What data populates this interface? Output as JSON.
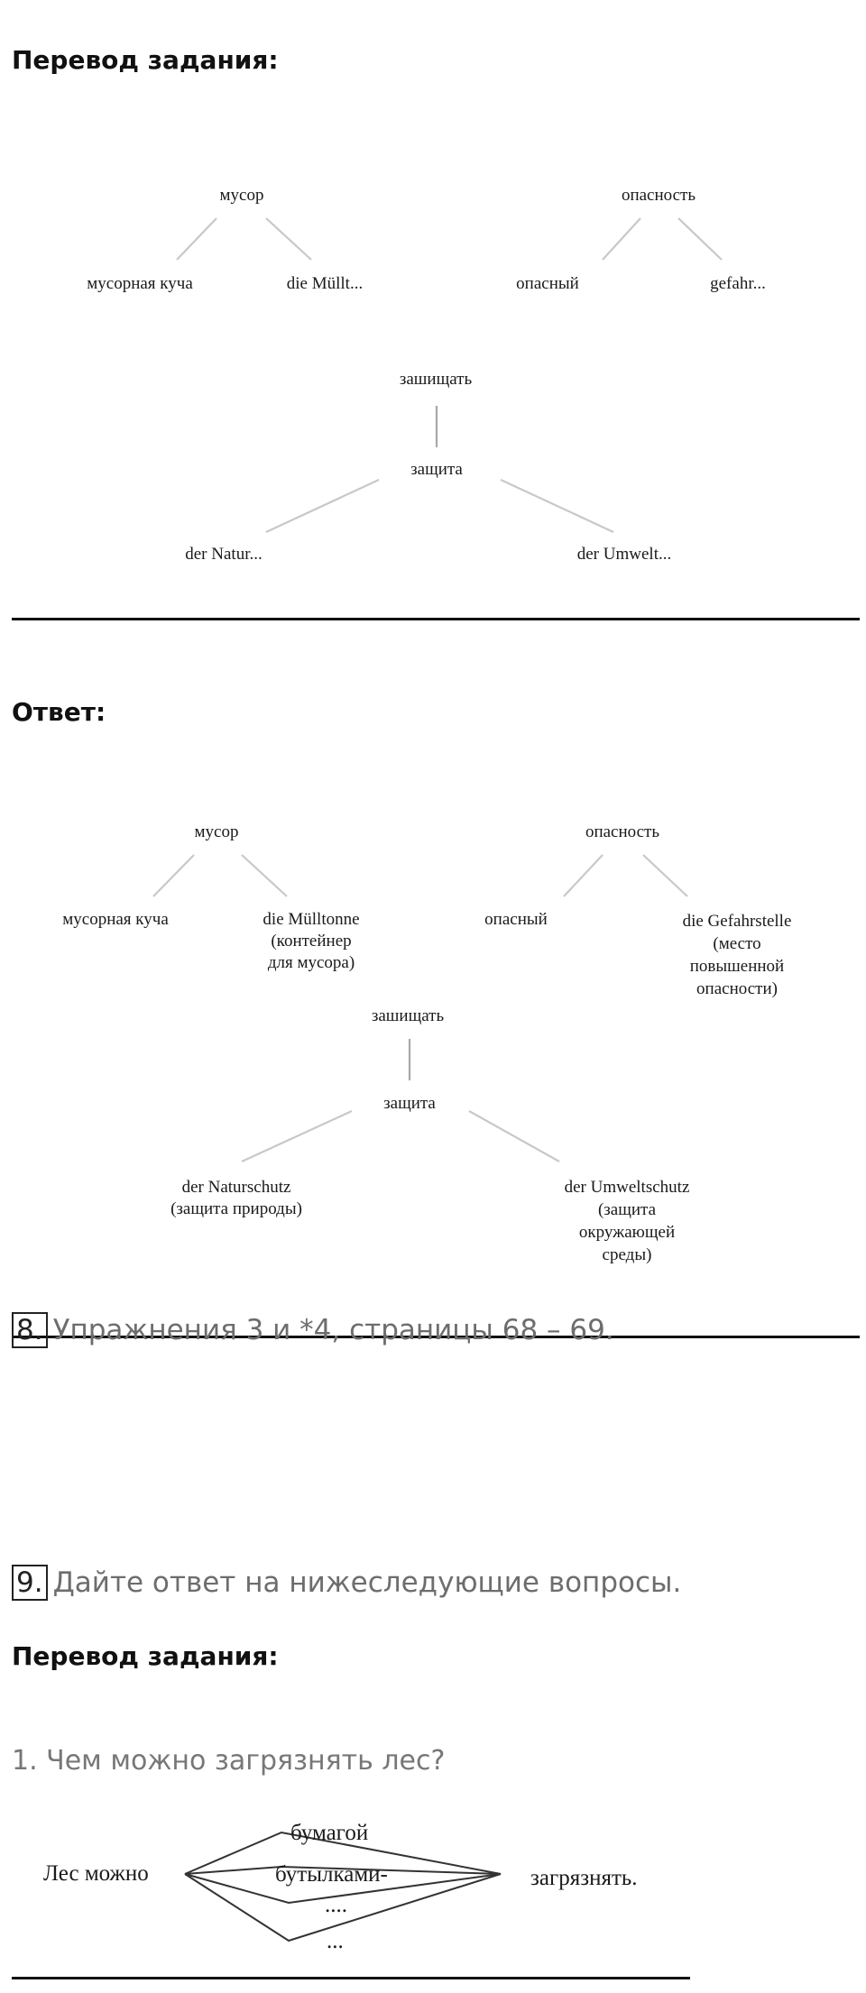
{
  "section1": {
    "heading": "Перевод задания:",
    "tree_a": {
      "root": "мусор",
      "left": "мусорная куча",
      "right": "die Müllt..."
    },
    "tree_b": {
      "root": "опасность",
      "left": "опасный",
      "right": "gefahr..."
    },
    "tree_c": {
      "top": "зашищать",
      "root": "защита",
      "left": "der Natur...",
      "right": "der Umwelt..."
    }
  },
  "section2": {
    "heading": "Ответ:",
    "tree_a": {
      "root": "мусор",
      "left": "мусорная куча",
      "right": [
        "die Mülltonne",
        "(контейнер",
        "для мусора)"
      ]
    },
    "tree_b": {
      "root": "опасность",
      "left": "опасный",
      "right": [
        "die Gefahrstelle",
        "(место",
        "повышенной",
        "опасности)"
      ]
    },
    "tree_c": {
      "top": "зашищать",
      "root": "защита",
      "left": [
        "der Naturschutz",
        "(защита природы)"
      ],
      "right": [
        "der Umweltschutz",
        "(защита",
        "окружающей",
        "среды)"
      ]
    }
  },
  "task8": {
    "number": "8.",
    "text": "Упражнения 3 и *4, страницы 68 – 69."
  },
  "task9": {
    "number": "9.",
    "text": "Дайте ответ на нижеследующие вопросы."
  },
  "section3": {
    "heading": "Перевод задания:",
    "question": "1. Чем можно загрязнять лес?",
    "sketch": {
      "left": "Лес можно",
      "items": [
        "бумагой",
        "бутылками-",
        "....",
        "..."
      ],
      "right": "загрязнять."
    }
  }
}
